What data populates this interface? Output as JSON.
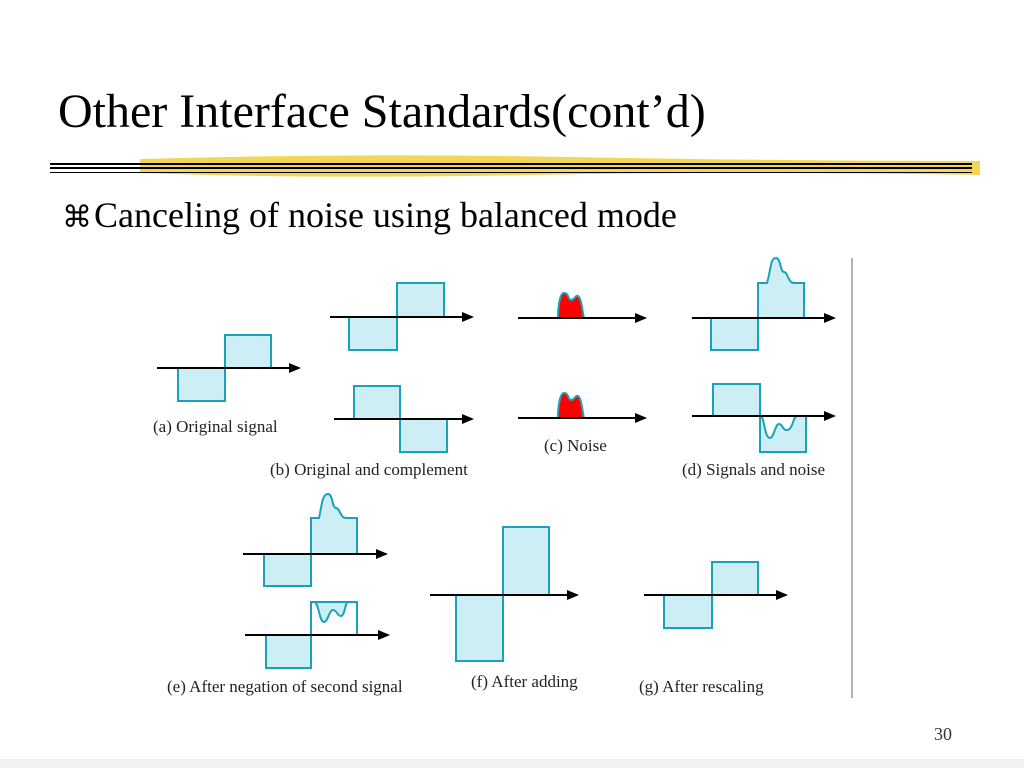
{
  "slide": {
    "title": "Other Interface Standards(cont’d)",
    "bullet_glyph": "⌘",
    "bullet_text": "Canceling of  noise using balanced mode",
    "page_number": "30"
  },
  "figure": {
    "captions": {
      "a": "(a) Original signal",
      "b": "(b) Original and complement",
      "c": "(c) Noise",
      "d": "(d) Signals and noise",
      "e": "(e) After negation of second signal",
      "f": "(f) After adding",
      "g": "(g) After rescaling"
    }
  },
  "colors": {
    "signal_fill": "#cdeef5",
    "signal_stroke": "#1aa3b8",
    "noise_fill": "#ff0000",
    "noise_stroke": "#1aa3b8",
    "accent_rule": "#e8c020"
  }
}
